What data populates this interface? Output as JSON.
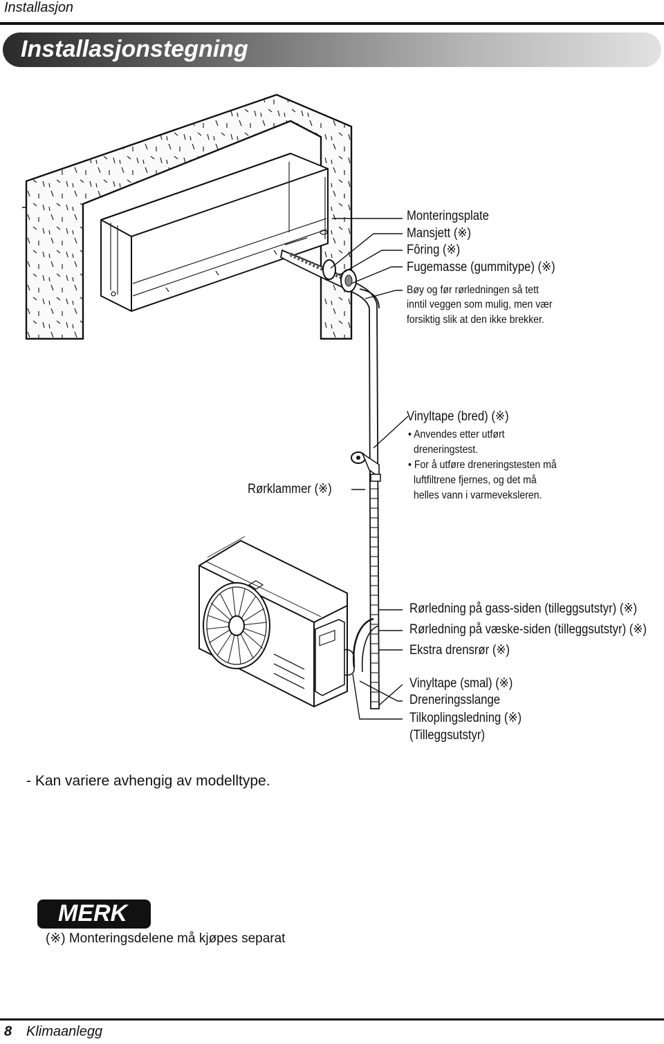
{
  "header": {
    "section": "Installasjon"
  },
  "title": "Installasjonstegning",
  "labels": {
    "monteringsplate": "Monteringsplate",
    "mansjett": "Mansjett (※)",
    "foring": "Fôring (※)",
    "fugemasse": "Fugemasse (gummitype) (※)",
    "boy_line1": "Bøy og før rørledningen så tett",
    "boy_line2": "inntil veggen som mulig, men vær",
    "boy_line3": "forsiktig slik at den ikke brekker.",
    "vinyltape_bred": "Vinyltape (bred) (※)",
    "bullet1_line1": "• Anvendes etter utført",
    "bullet1_line2": "dreneringstest.",
    "bullet2_line1": "• For å utføre dreneringstesten må",
    "bullet2_line2": "luftfiltrene fjernes, og det må",
    "bullet2_line3": "helles vann i varmeveksleren.",
    "rorklammer": "Rørklammer (※)",
    "gass": "Rørledning på gass-siden (tilleggsutstyr) (※)",
    "vaeske": "Rørledning på væske-siden (tilleggsutstyr) (※)",
    "drensror": "Ekstra drensrør (※)",
    "vinyltape_smal": "Vinyltape (smal) (※)",
    "dreneringsslange": "Dreneringsslange",
    "tilkopling": "Tilkoplingsledning (※)",
    "tilleggsutstyr": "(Tilleggsutstyr)"
  },
  "note": "- Kan variere avhengig av modelltype.",
  "merk": {
    "label": "MERK",
    "text": "(※) Monteringsdelene må kjøpes separat"
  },
  "footer": {
    "page": "8",
    "name": "Klimaanlegg"
  },
  "icons": [
    "wall",
    "indoor-unit",
    "outdoor-unit",
    "fan",
    "pipe",
    "pipe-clamp"
  ]
}
